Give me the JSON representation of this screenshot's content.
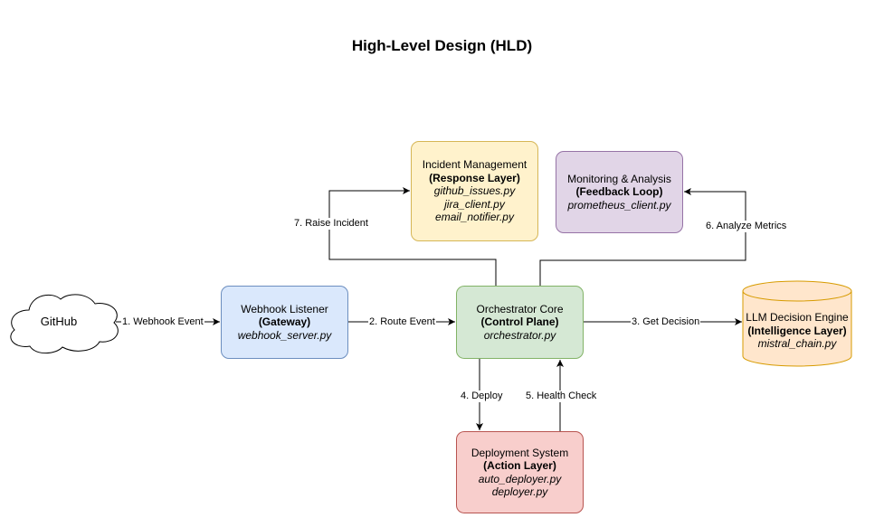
{
  "title": "High-Level Design (HLD)",
  "nodes": {
    "github": {
      "label": "GitHub"
    },
    "webhook": {
      "name": "Webhook Listener",
      "layer": "(Gateway)",
      "files": [
        "webhook_server.py"
      ]
    },
    "orchestrator": {
      "name": "Orchestrator Core",
      "layer": "(Control Plane)",
      "files": [
        "orchestrator.py"
      ]
    },
    "llm": {
      "name": "LLM Decision Engine",
      "layer": "(Intelligence Layer)",
      "files": [
        "mistral_chain.py"
      ]
    },
    "incident": {
      "name": "Incident Management",
      "layer": "(Response Layer)",
      "files": [
        "github_issues.py",
        "jira_client.py",
        "email_notifier.py"
      ]
    },
    "monitoring": {
      "name": "Monitoring & Analysis",
      "layer": "(Feedback Loop)",
      "files": [
        "prometheus_client.py"
      ]
    },
    "deployment": {
      "name": "Deployment System",
      "layer": "(Action Layer)",
      "files": [
        "auto_deployer.py",
        "deployer.py"
      ]
    }
  },
  "edges": {
    "webhook_event": "1. Webhook Event",
    "route_event": "2. Route Event",
    "get_decision": "3. Get Decision",
    "deploy": "4. Deploy",
    "health_check": "5. Health Check",
    "analyze_metrics": "6. Analyze Metrics",
    "raise_incident": "7. Raise Incident"
  },
  "colors": {
    "gateway_fill": "#dae8fc",
    "gateway_stroke": "#6c8ebf",
    "control_fill": "#d5e8d4",
    "control_stroke": "#82b366",
    "response_fill": "#fff2cc",
    "response_stroke": "#d6b656",
    "feedback_fill": "#e1d5e7",
    "feedback_stroke": "#9673a6",
    "action_fill": "#f8cecc",
    "action_stroke": "#b85450",
    "intelligence_fill": "#ffe6cc",
    "intelligence_stroke": "#d79b00"
  }
}
